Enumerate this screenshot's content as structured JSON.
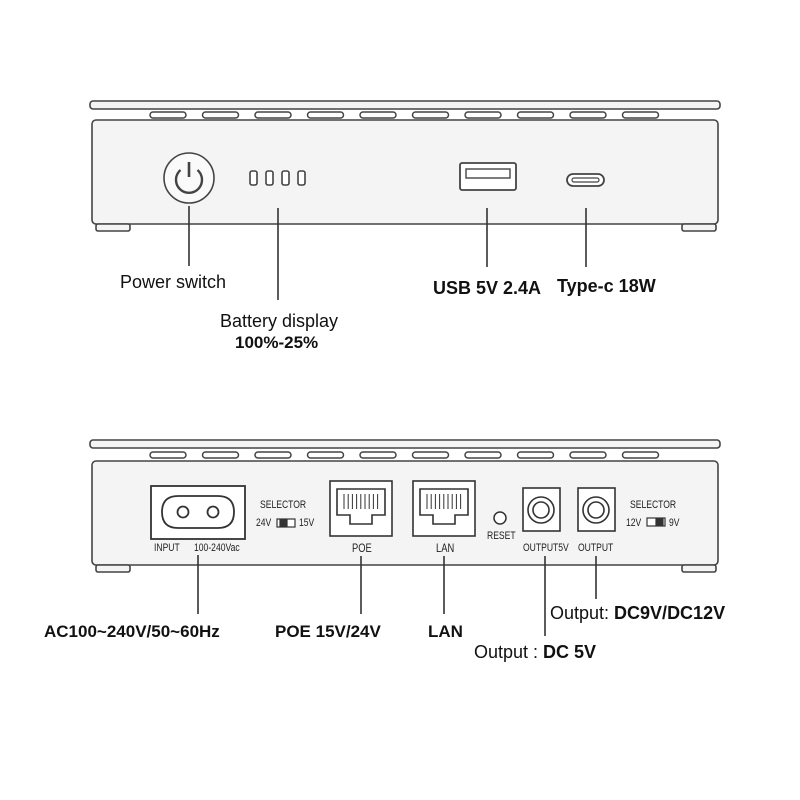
{
  "front": {
    "power_switch_label": "Power switch",
    "battery_display_label": "Battery display",
    "battery_display_value": "100%-25%",
    "usb_label": "USB 5V 2.4A",
    "typec_label": "Type-c 18W"
  },
  "back": {
    "input_label": "INPUT",
    "input_rating": "100-240Vac",
    "selector1_title": "SELECTOR",
    "selector1_left": "24V",
    "selector1_right": "15V",
    "poe_port": "POE",
    "lan_port": "LAN",
    "reset": "RESET",
    "output5v_port": "OUTPUT5V",
    "output_port": "OUTPUT",
    "selector2_title": "SELECTOR",
    "selector2_left": "12V",
    "selector2_right": "9V"
  },
  "callouts": {
    "ac": "AC100~240V/50~60Hz",
    "poe": "POE 15V/24V",
    "lan": "LAN",
    "output_dc5_prefix": "Output : ",
    "output_dc5_value": "DC 5V",
    "output_dc912_prefix": "Output: ",
    "output_dc912_value": "DC9V/DC12V"
  },
  "colors": {
    "stroke": "#444444",
    "body": "#f4f4f4",
    "slot": "#ffffff"
  }
}
